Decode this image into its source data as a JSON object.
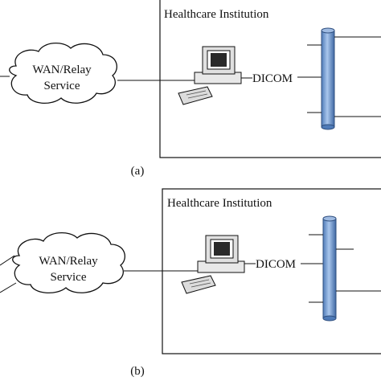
{
  "panels": [
    {
      "institution_title": "Healthcare Institution",
      "cloud_line1": "WAN/Relay",
      "cloud_line2": "Service",
      "dicom_label": "DICOM",
      "caption": "(a)"
    },
    {
      "institution_title": "Healthcare Institution",
      "cloud_line1": "WAN/Relay",
      "cloud_line2": "Service",
      "dicom_label": "DICOM",
      "caption": "(b)"
    }
  ],
  "colors": {
    "line": "#111111",
    "bus_fill": "#7fa6d9",
    "bus_stroke": "#2f4f7f",
    "computer_fill": "#eeeeee",
    "screen_fill": "#222222"
  },
  "icons": [
    "cloud-icon",
    "computer-icon",
    "network-bus-icon"
  ]
}
